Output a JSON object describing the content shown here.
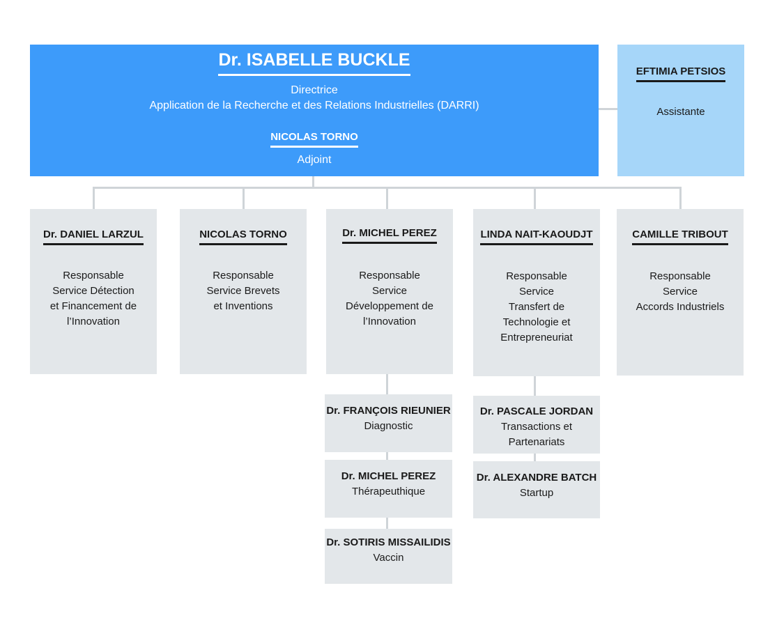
{
  "head": {
    "name": "Dr. ISABELLE BUCKLE",
    "title": "Directrice",
    "department": "Application de la Recherche et des Relations Industrielles (DARRI)",
    "deputy_name": "NICOLAS TORNO",
    "deputy_title": "Adjoint"
  },
  "assistant": {
    "name": "EFTIMIA PETSIOS",
    "title": "Assistante"
  },
  "services": [
    {
      "name": "Dr. DANIEL LARZUL",
      "desc": "Responsable\nService Détection\net Financement de\nl’Innovation"
    },
    {
      "name": "NICOLAS TORNO",
      "desc": "Responsable\nService Brevets\net Inventions"
    },
    {
      "name": "Dr. MICHEL PEREZ",
      "desc": "Responsable\nService\nDéveloppement de\nl’Innovation"
    },
    {
      "name": "LINDA NAIT-KAOUDJT",
      "desc": "Responsable\nService\nTransfert de\nTechnologie et\nEntrepreneuriat"
    },
    {
      "name": "CAMILLE TRIBOUT",
      "desc": "Responsable\nService\nAccords Industriels"
    }
  ],
  "sub_development": [
    {
      "name": "Dr. FRANÇOIS RIEUNIER",
      "desc": "Diagnostic"
    },
    {
      "name": "Dr. MICHEL PEREZ",
      "desc": "Thérapeuthique"
    },
    {
      "name": "Dr. SOTIRIS MISSAILIDIS",
      "desc": "Vaccin"
    }
  ],
  "sub_transfer": [
    {
      "name": "Dr. PASCALE JORDAN",
      "desc": "Transactions et\nPartenariats"
    },
    {
      "name": "Dr. ALEXANDRE BATCH",
      "desc": "Startup"
    }
  ]
}
